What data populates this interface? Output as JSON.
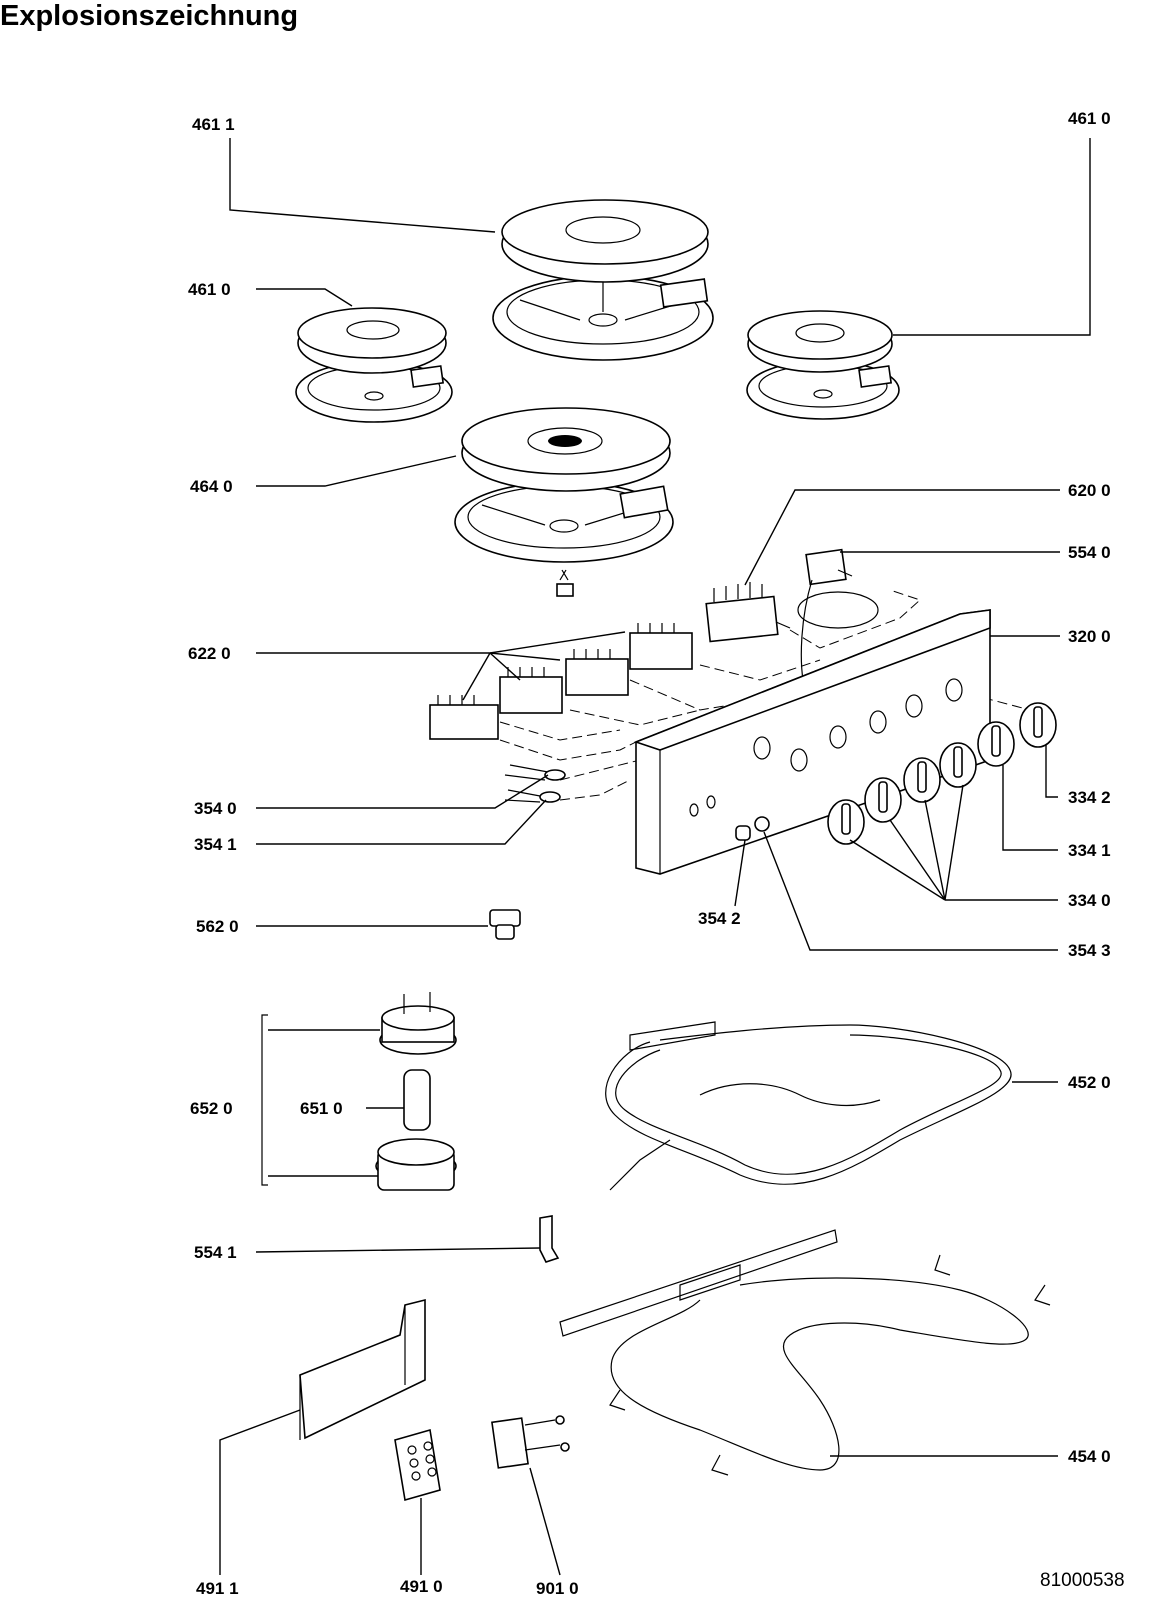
{
  "page_title": "Explosionszeichnung",
  "document_number": "81000538",
  "callouts": [
    {
      "id": "4611-top",
      "text": "461 1"
    },
    {
      "id": "4610-topright",
      "text": "461 0"
    },
    {
      "id": "4610-left",
      "text": "461  0"
    },
    {
      "id": "4640",
      "text": "464 0"
    },
    {
      "id": "6200",
      "text": "620 0"
    },
    {
      "id": "5540",
      "text": "554 0"
    },
    {
      "id": "3200",
      "text": "320 0"
    },
    {
      "id": "6220",
      "text": "622  0"
    },
    {
      "id": "3342",
      "text": "334  2"
    },
    {
      "id": "3540",
      "text": "354 0"
    },
    {
      "id": "3541",
      "text": "354 1"
    },
    {
      "id": "3341",
      "text": "334 1"
    },
    {
      "id": "3340",
      "text": "334 0"
    },
    {
      "id": "3542",
      "text": "354  2"
    },
    {
      "id": "5620",
      "text": "562 0"
    },
    {
      "id": "3543",
      "text": "354 3"
    },
    {
      "id": "4520",
      "text": "452 0"
    },
    {
      "id": "6520",
      "text": "652  0"
    },
    {
      "id": "6510",
      "text": "651  0"
    },
    {
      "id": "5541",
      "text": "554  1"
    },
    {
      "id": "4540",
      "text": "454 0"
    },
    {
      "id": "4911",
      "text": "491 1"
    },
    {
      "id": "4910",
      "text": "491 0"
    },
    {
      "id": "9010",
      "text": "901 0"
    }
  ],
  "parts": [
    "hotplate-large-back",
    "hotplate-small-left",
    "hotplate-small-right",
    "hotplate-large-front",
    "energy-regulators",
    "selector-switch",
    "thermostat",
    "control-panel",
    "control-knobs",
    "indicator-lamps",
    "thermal-cutout",
    "oven-lamp-assembly",
    "top-heating-element",
    "bottom-heating-element",
    "terminal-block",
    "bracket",
    "door-hinge"
  ]
}
